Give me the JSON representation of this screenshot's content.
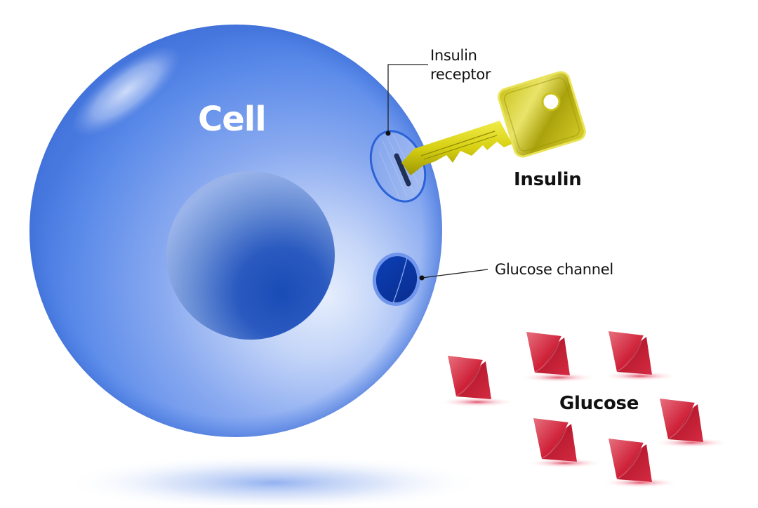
{
  "diagram": {
    "title": "Insulin action on a cell",
    "labels": {
      "cell": "Cell",
      "insulin_receptor_line1": "Insulin",
      "insulin_receptor_line2": "receptor",
      "insulin": "Insulin",
      "glucose_channel": "Glucose channel",
      "glucose": "Glucose"
    },
    "glucose_molecule_count": 6,
    "colors": {
      "cell_blue": "#4d84e8",
      "cell_light": "#dbe6fb",
      "nucleus_blue": "#1c4fb8",
      "channel_blue": "#0a36a6",
      "key_gold": "#c9c20a",
      "glucose_red": "#c0152b",
      "text": "#111111",
      "cell_label": "#ffffff"
    }
  }
}
